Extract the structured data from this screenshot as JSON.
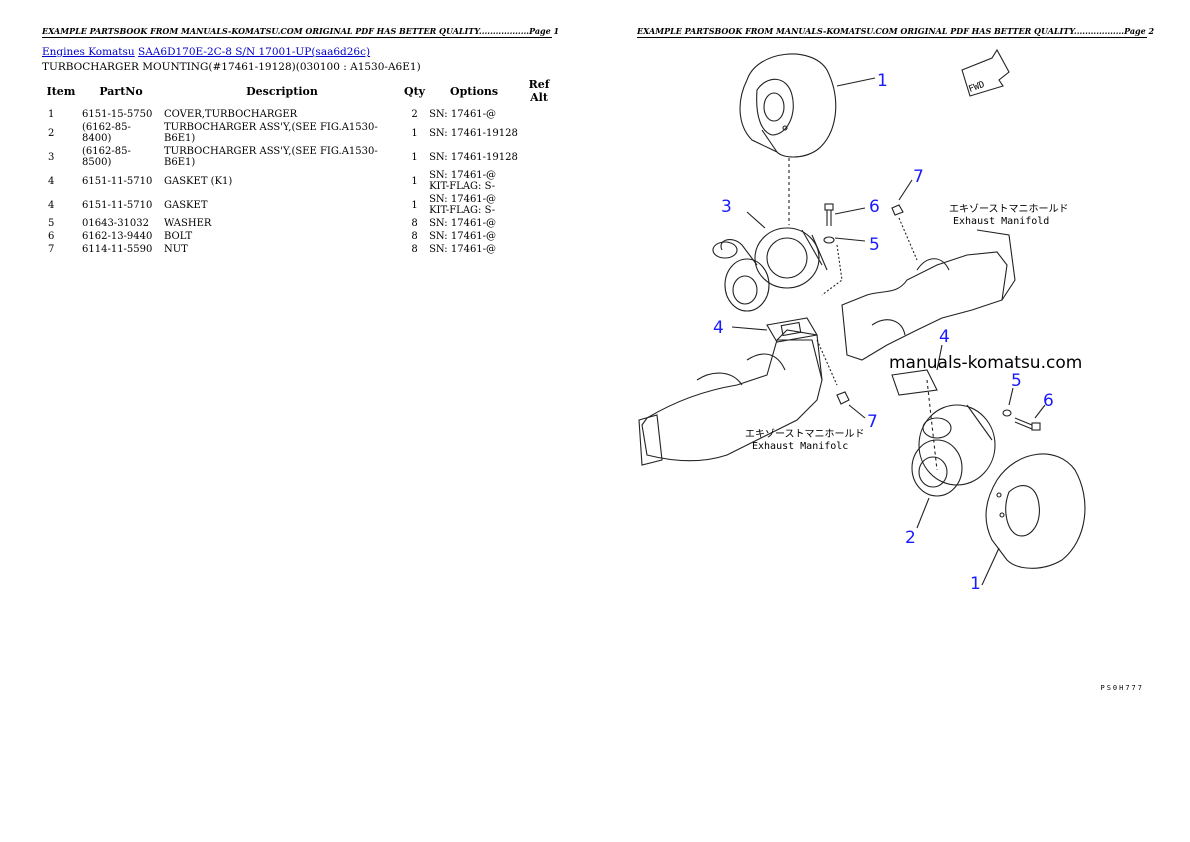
{
  "page1": {
    "header": "EXAMPLE PARTSBOOK FROM MANUALS-KOMATSU.COM ORIGINAL PDF HAS BETTER QUALITY..................Page 1",
    "links": [
      "Engines Komatsu",
      "SAA6D170E-2C-8 S/N 17001-UP(saa6d26c)"
    ],
    "title": "TURBOCHARGER MOUNTING(#17461-19128)(030100 : A1530-A6E1)",
    "columns": [
      "Item",
      "PartNo",
      "Description",
      "Qty",
      "Options",
      "Ref Alt"
    ],
    "rows": [
      {
        "item": "1",
        "partno": "6151-15-5750",
        "desc": "COVER,TURBOCHARGER",
        "qty": "2",
        "opt": "SN: 17461-@"
      },
      {
        "item": "2",
        "partno": "(6162-85-8400)",
        "desc": "TURBOCHARGER ASS'Y,(SEE FIG.A1530-B6E1)",
        "qty": "1",
        "opt": "SN: 17461-19128"
      },
      {
        "item": "3",
        "partno": "(6162-85-8500)",
        "desc": "TURBOCHARGER ASS'Y,(SEE FIG.A1530-B6E1)",
        "qty": "1",
        "opt": "SN: 17461-19128"
      },
      {
        "item": "4",
        "partno": "6151-11-5710",
        "desc": "GASKET (K1)",
        "qty": "1",
        "opt": "SN: 17461-@ KIT-FLAG: S-"
      },
      {
        "item": "4",
        "partno": "6151-11-5710",
        "desc": "GASKET",
        "qty": "1",
        "opt": "SN: 17461-@ KIT-FLAG: S-"
      },
      {
        "item": "5",
        "partno": "01643-31032",
        "desc": "WASHER",
        "qty": "8",
        "opt": "SN: 17461-@"
      },
      {
        "item": "6",
        "partno": "6162-13-9440",
        "desc": "BOLT",
        "qty": "8",
        "opt": "SN: 17461-@"
      },
      {
        "item": "7",
        "partno": "6114-11-5590",
        "desc": "NUT",
        "qty": "8",
        "opt": "SN: 17461-@"
      }
    ]
  },
  "page2": {
    "header": "EXAMPLE PARTSBOOK FROM MANUALS-KOMATSU.COM ORIGINAL PDF HAS BETTER QUALITY..................Page 2",
    "fwd": "FWD",
    "manifold_jp": "エキゾーストマニホールド",
    "manifold_en_top": "Exhaust Manifold",
    "manifold_en_bottom": "Exhaust Manifolc",
    "watermark": "manuals-komatsu.com",
    "callouts": [
      "1",
      "2",
      "3",
      "4",
      "5",
      "6",
      "7"
    ],
    "code": "PS0H777",
    "callout_color": "#1a1aff"
  }
}
